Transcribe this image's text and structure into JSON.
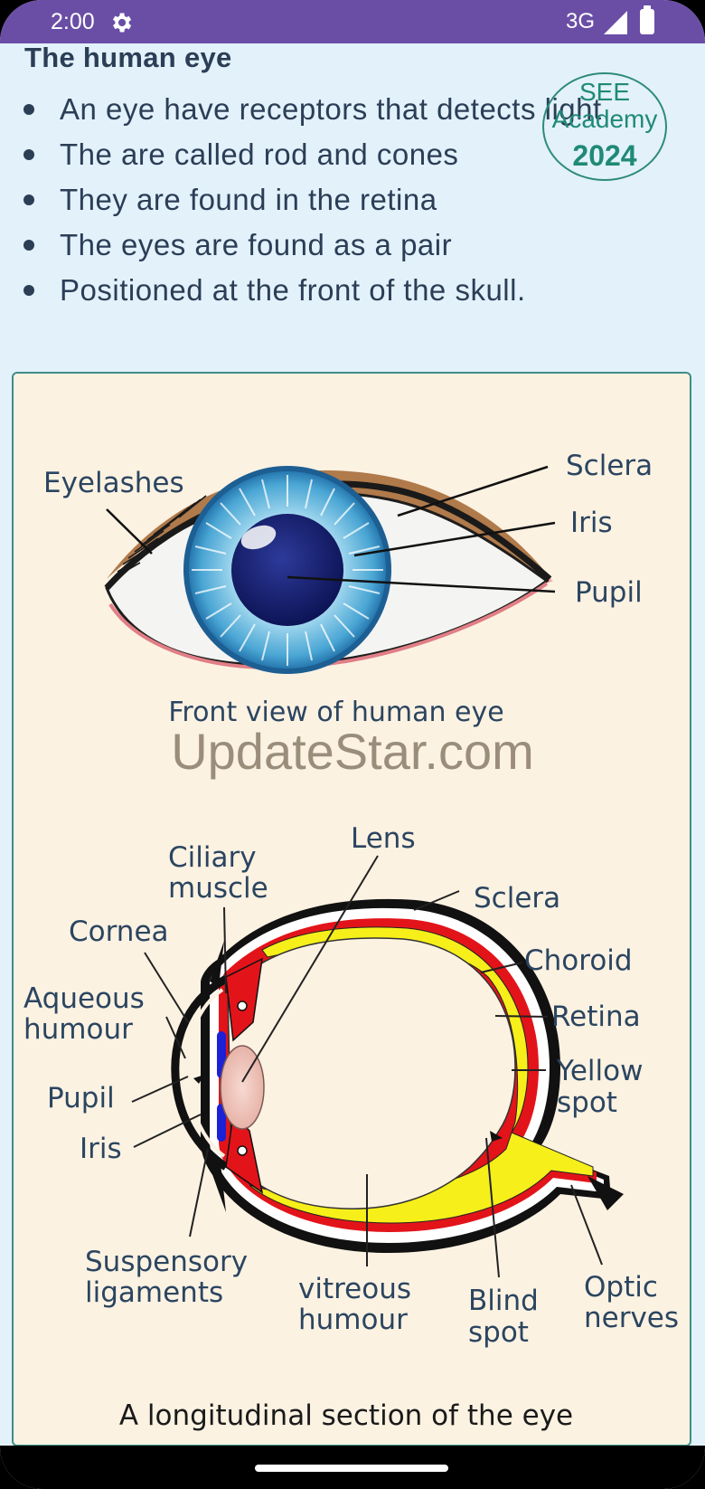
{
  "status_bar": {
    "time": "2:00",
    "network": "3G"
  },
  "heading": "The human eye",
  "bullets": [
    "An eye have receptors that detects light",
    "The are called rod and cones",
    "They are found in the retina",
    "The eyes are found as a pair",
    "Positioned at the front of the skull."
  ],
  "stamp": {
    "line1": "SEE",
    "line2": "Academy",
    "line3": "2024"
  },
  "front_view": {
    "labels": {
      "eyelashes": "Eyelashes",
      "sclera": "Sclera",
      "iris": "Iris",
      "pupil": "Pupil"
    },
    "caption": "Front view of human eye"
  },
  "watermark": "UpdateStar.com",
  "section": {
    "labels": {
      "lens": "Lens",
      "ciliary_1": "Ciliary",
      "ciliary_2": "muscle",
      "sclera": "Sclera",
      "cornea": "Cornea",
      "choroid": "Choroid",
      "aqueous_1": "Aqueous",
      "aqueous_2": "humour",
      "retina": "Retina",
      "yellow_1": "Yellow",
      "yellow_2": "spot",
      "pupil": "Pupil",
      "iris": "Iris",
      "suspensory_1": "Suspensory",
      "suspensory_2": "ligaments",
      "vitreous_1": "vitreous",
      "vitreous_2": "humour",
      "blind_1": "Blind",
      "blind_2": "spot",
      "optic_1": "Optic",
      "optic_2": "nerves"
    },
    "caption": "A longitudinal section of the eye"
  },
  "colors": {
    "status_bar": "#6a4ea6",
    "background": "#e3f1fb",
    "card": "#fcf2e2",
    "text": "#2b3e56"
  }
}
